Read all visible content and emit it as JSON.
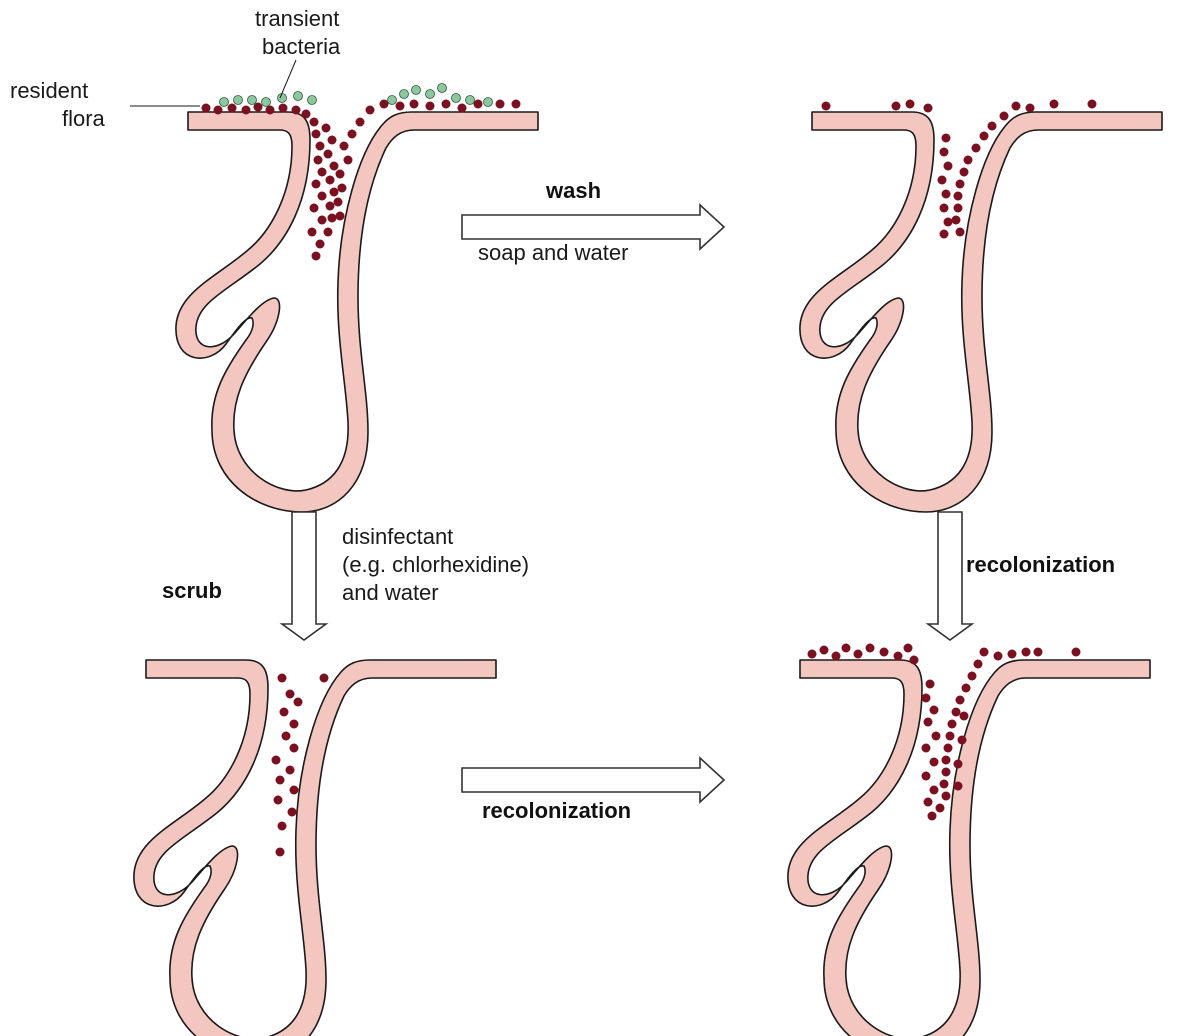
{
  "labels": {
    "transient_bacteria_line1": "transient",
    "transient_bacteria_line2": "bacteria",
    "resident_flora_line1": "resident",
    "resident_flora_line2": "flora",
    "wash": "wash",
    "soap_and_water": "soap and water",
    "scrub": "scrub",
    "disinfectant_line1": "disinfectant",
    "disinfectant_line2": "(e.g. chlorhexidine)",
    "disinfectant_line3": "and water",
    "recolonization_right": "recolonization",
    "recolonization_bottom": "recolonization"
  },
  "colors": {
    "skin": "#f4c6c0",
    "outline": "#1a1a1a",
    "resident_bacteria": "#7a1020",
    "transient_bacteria": "#8cc7a0",
    "arrow_outline": "#333333"
  },
  "panels": [
    {
      "id": "before-washing",
      "resident_bacteria": "dense",
      "transient_bacteria": "present"
    },
    {
      "id": "after-wash",
      "resident_bacteria": "moderate",
      "transient_bacteria": "absent"
    },
    {
      "id": "after-scrub",
      "resident_bacteria": "few",
      "transient_bacteria": "absent"
    },
    {
      "id": "after-recolonization",
      "resident_bacteria": "dense",
      "transient_bacteria": "absent"
    }
  ]
}
